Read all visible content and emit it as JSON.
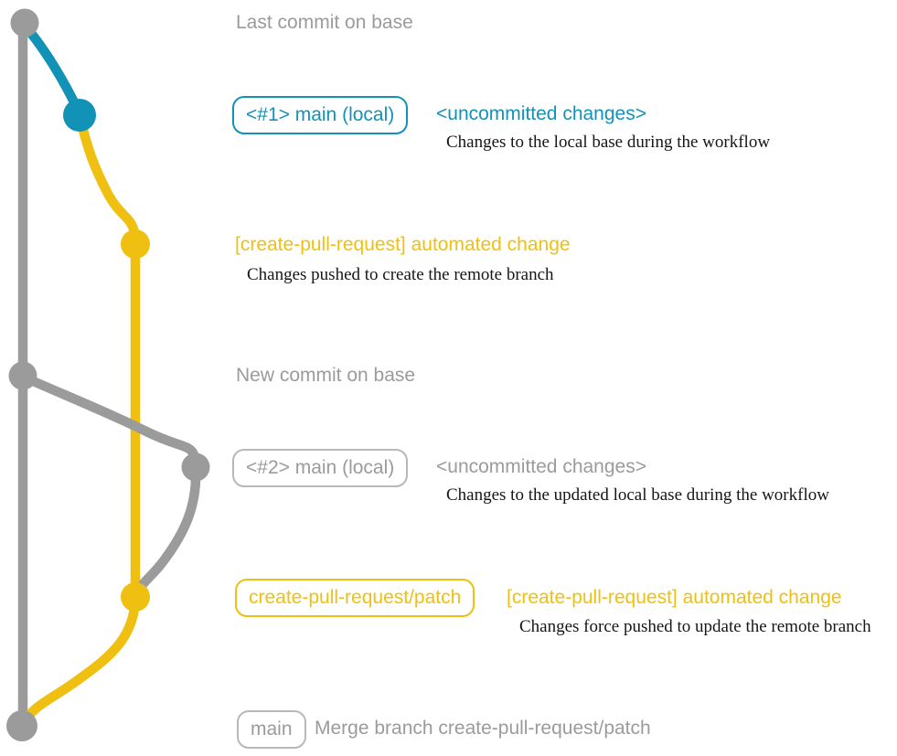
{
  "colors": {
    "gray": "#9b9b9b",
    "gray_badge_border": "#b8b8b8",
    "blue": "#1392b8",
    "yellow": "#efc011",
    "description_text": "#161616",
    "background": "#ffffff"
  },
  "labels": {
    "last_commit": "Last commit on base",
    "badge_main_local_1": "<#1> main (local)",
    "uncommitted_1": "<uncommitted changes>",
    "desc_local_base": "Changes to the local base during the workflow",
    "automated_change_1": "[create-pull-request] automated change",
    "desc_pushed_create": "Changes pushed to create the remote branch",
    "new_commit": "New commit on base",
    "badge_main_local_2": "<#2> main (local)",
    "uncommitted_2": "<uncommitted changes>",
    "desc_updated_local_base": "Changes to the updated local base during the workflow",
    "badge_patch_branch": "create-pull-request/patch",
    "automated_change_2": "[create-pull-request] automated change",
    "desc_force_pushed": "Changes force pushed to update the remote branch",
    "badge_main_final": "main",
    "merge_message": "Merge branch create-pull-request/patch"
  }
}
